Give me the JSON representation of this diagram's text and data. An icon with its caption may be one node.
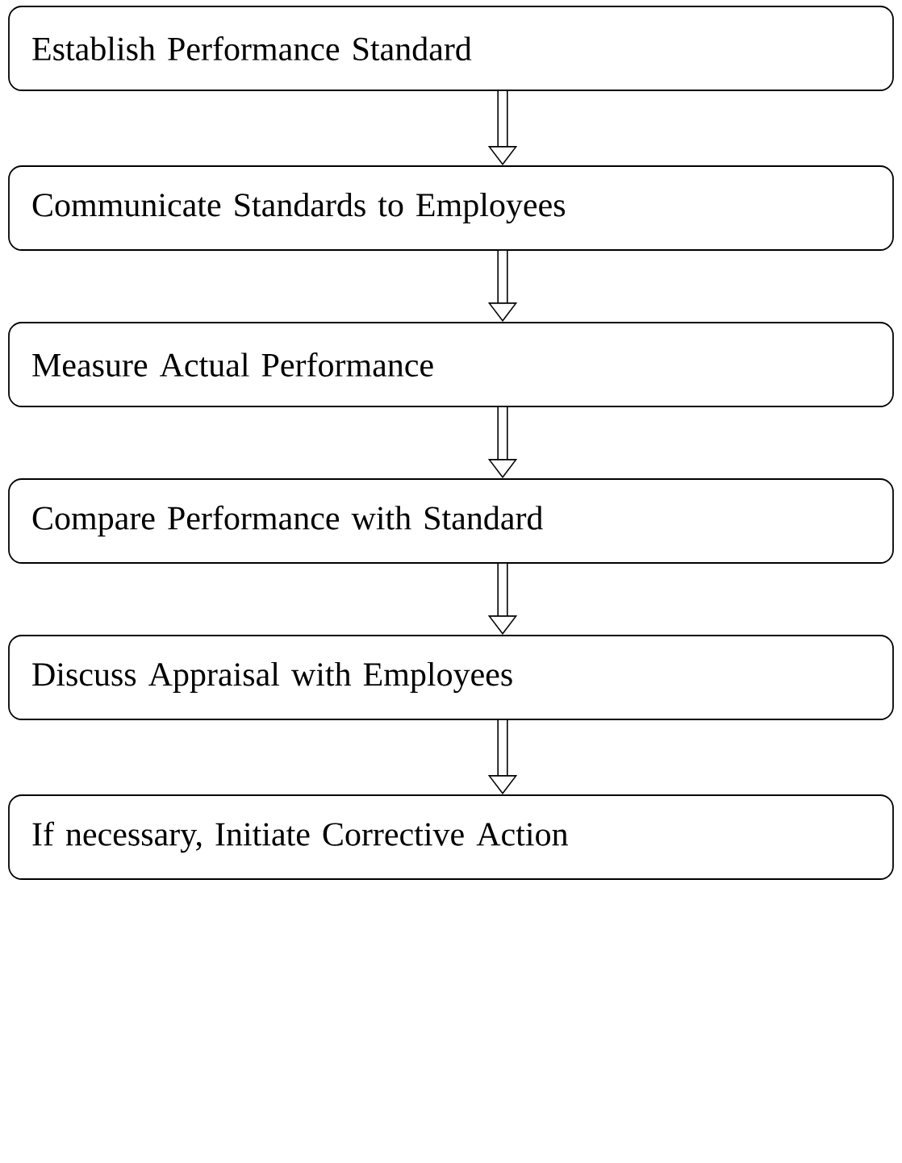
{
  "diagram": {
    "nodes": [
      {
        "text": [
          "Establish Performance Standard"
        ]
      },
      {
        "text": [
          "Communicate Standards to Employees"
        ]
      },
      {
        "text": [
          "Measure Actual Performance"
        ]
      },
      {
        "text": [
          "Compare Performance with Standard"
        ]
      },
      {
        "text": [
          "Discuss Appraisal with Employees"
        ]
      },
      {
        "text": [
          "If necessary, Initiate Corrective Action"
        ]
      }
    ],
    "edges": [
      {
        "from": 0,
        "to": 1,
        "arrow": "to"
      },
      {
        "from": 1,
        "to": 2,
        "arrow": "to"
      },
      {
        "from": 2,
        "to": 3,
        "arrow": "to"
      },
      {
        "from": 3,
        "to": 4,
        "arrow": "to"
      },
      {
        "from": 4,
        "to": 5,
        "arrow": "to"
      }
    ]
  }
}
